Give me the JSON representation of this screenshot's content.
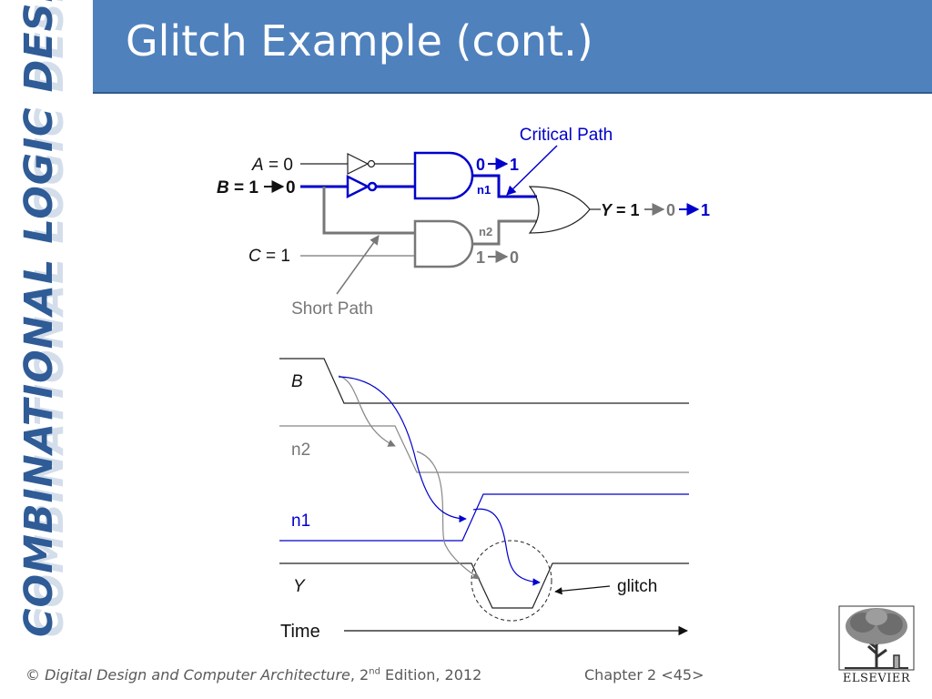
{
  "slide": {
    "title": "Glitch Example (cont.)",
    "side_title": "COMBINATIONAL LOGIC DESIGN"
  },
  "circuit": {
    "critical_path_label": "Critical Path",
    "short_path_label": "Short Path",
    "input_a": {
      "name": "A",
      "value": "0"
    },
    "input_b": {
      "name": "B",
      "from": "1",
      "to": "0"
    },
    "input_c": {
      "name": "C",
      "value": "1"
    },
    "node_n1": {
      "name": "n1",
      "from": "0",
      "to": "1"
    },
    "node_n2": {
      "name": "n2",
      "from": "1",
      "to": "0"
    },
    "output_y": {
      "name": "Y",
      "v1": "1",
      "v2": "0",
      "v3": "1"
    },
    "colors": {
      "critical": "#0000cc",
      "short": "#777777",
      "wire": "#222222"
    }
  },
  "timing": {
    "signals": [
      "B",
      "n2",
      "n1",
      "Y"
    ],
    "glitch_label": "glitch",
    "time_label": "Time"
  },
  "footer": {
    "copyright": "©",
    "book_title": "Digital Design and Computer Architecture",
    "edition_num": "2",
    "edition_sup": "nd",
    "edition_rest": " Edition, 2012",
    "chapter": "Chapter 2 <45>"
  },
  "publisher": {
    "name": "ELSEVIER"
  }
}
